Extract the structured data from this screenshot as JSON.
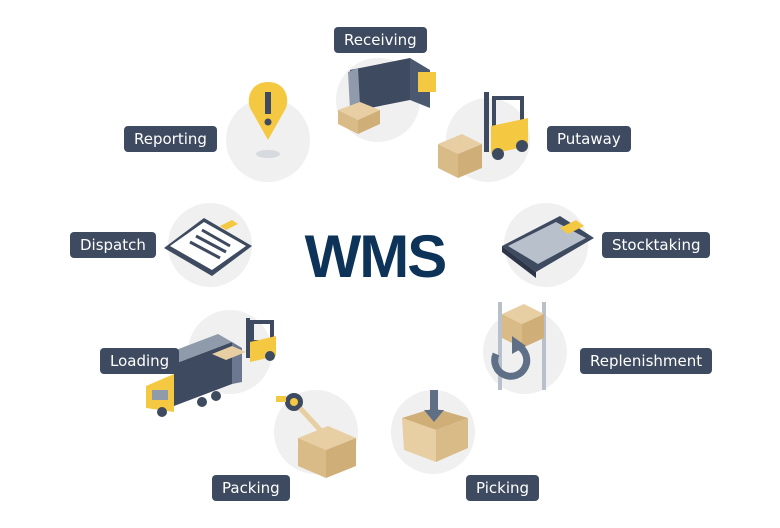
{
  "title": "WMS",
  "colors": {
    "label_bg": "#3d4a5f",
    "title": "#0d3358",
    "circle": "#f0f0f0",
    "accent_yellow": "#f5c842",
    "box": "#e8cfa3"
  },
  "steps": [
    {
      "label": "Receiving",
      "icon": "truck-unloading-icon"
    },
    {
      "label": "Putaway",
      "icon": "forklift-icon"
    },
    {
      "label": "Stocktaking",
      "icon": "calculator-icon"
    },
    {
      "label": "Replenishment",
      "icon": "shelf-refresh-icon"
    },
    {
      "label": "Picking",
      "icon": "box-arrow-down-icon"
    },
    {
      "label": "Packing",
      "icon": "tape-box-icon"
    },
    {
      "label": "Loading",
      "icon": "truck-forklift-icon"
    },
    {
      "label": "Dispatch",
      "icon": "document-icon"
    },
    {
      "label": "Reporting",
      "icon": "alert-pin-icon"
    }
  ]
}
